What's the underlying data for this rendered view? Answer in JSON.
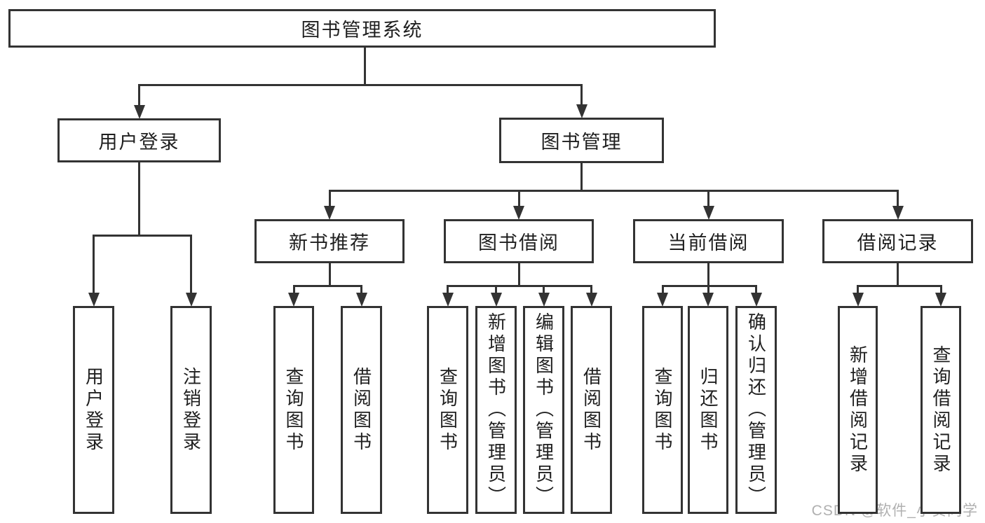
{
  "diagram": {
    "type": "hierarchy-tree",
    "title": "图书管理系统"
  },
  "colors": {
    "line": "#333333",
    "text": "#1f1f1f",
    "watermark": "#b0b0b0",
    "background": "#ffffff"
  },
  "nodes": {
    "root": {
      "label": "图书管理系统",
      "level": 1
    },
    "user_login_group": {
      "label": "用户登录",
      "level": 2
    },
    "book_management": {
      "label": "图书管理",
      "level": 2
    },
    "new_book_recommend": {
      "label": "新书推荐",
      "level": 3
    },
    "book_borrowing": {
      "label": "图书借阅",
      "level": 3
    },
    "current_borrowing": {
      "label": "当前借阅",
      "level": 3
    },
    "borrowing_records": {
      "label": "借阅记录",
      "level": 3
    },
    "user_login": {
      "label": "用户登录",
      "level": 4
    },
    "logout": {
      "label": "注销登录",
      "level": 4
    },
    "nbr_query_books": {
      "label": "查询图书",
      "level": 4
    },
    "nbr_borrow_books": {
      "label": "借阅图书",
      "level": 4
    },
    "bb_query_books": {
      "label": "查询图书",
      "level": 4
    },
    "bb_add_books": {
      "label": "新增图书（管理员）",
      "level": 4
    },
    "bb_edit_books": {
      "label": "编辑图书（管理员）",
      "level": 4
    },
    "bb_borrow_books": {
      "label": "借阅图书",
      "level": 4
    },
    "cb_query_books": {
      "label": "查询图书",
      "level": 4
    },
    "cb_return_books": {
      "label": "归还图书",
      "level": 4
    },
    "cb_confirm_return": {
      "label": "确认归还（管理员）",
      "level": 4
    },
    "br_add_record": {
      "label": "新增借阅记录",
      "level": 4
    },
    "br_query_record": {
      "label": "查询借阅记录",
      "level": 4
    }
  },
  "edges": [
    {
      "parent": "root",
      "children": [
        "user_login_group",
        "book_management"
      ]
    },
    {
      "parent": "user_login_group",
      "children": [
        "user_login",
        "logout"
      ]
    },
    {
      "parent": "book_management",
      "children": [
        "new_book_recommend",
        "book_borrowing",
        "current_borrowing",
        "borrowing_records"
      ]
    },
    {
      "parent": "new_book_recommend",
      "children": [
        "nbr_query_books",
        "nbr_borrow_books"
      ]
    },
    {
      "parent": "book_borrowing",
      "children": [
        "bb_query_books",
        "bb_add_books",
        "bb_edit_books",
        "bb_borrow_books"
      ]
    },
    {
      "parent": "current_borrowing",
      "children": [
        "cb_query_books",
        "cb_return_books",
        "cb_confirm_return"
      ]
    },
    {
      "parent": "borrowing_records",
      "children": [
        "br_add_record",
        "br_query_record"
      ]
    }
  ],
  "watermark": "CSDN @软件_小贺同学"
}
